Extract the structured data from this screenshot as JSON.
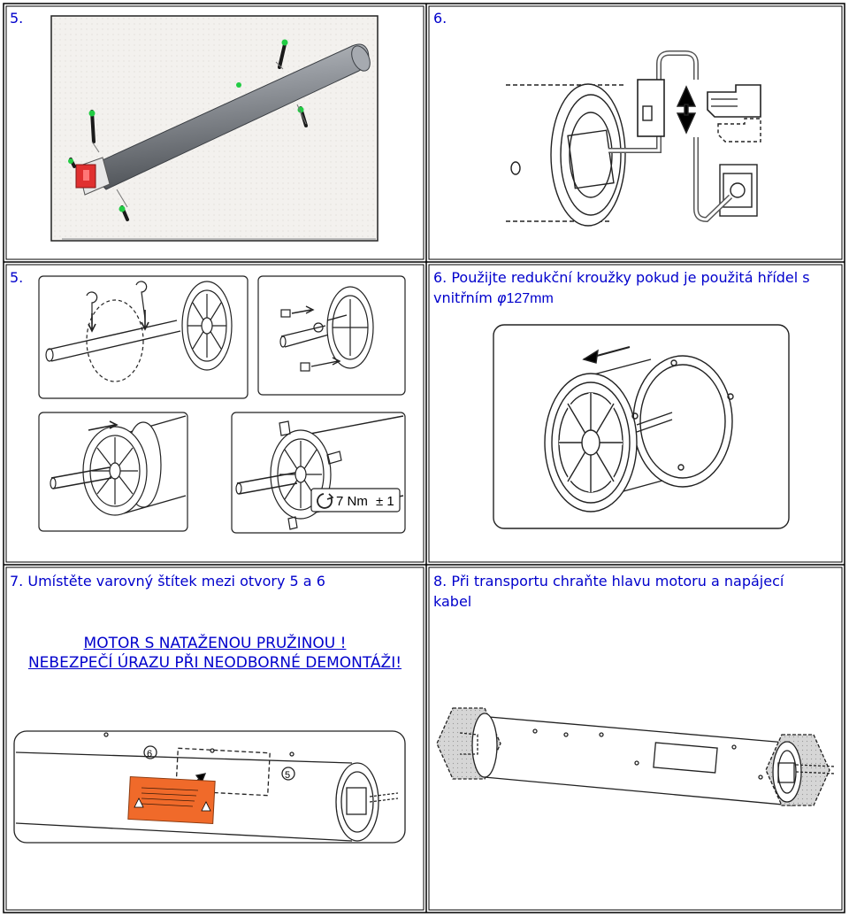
{
  "panels": {
    "p1": {
      "label": "5."
    },
    "p2": {
      "label": "6."
    },
    "p3": {
      "label": "5."
    },
    "p4": {
      "label": "6. Použijte redukční kroužky pokud je použitá hřídel s",
      "label2": "vnitřním ",
      "dia_symbol": "φ",
      "dia_value": "127mm"
    },
    "p5": {
      "label": "7. Umístěte varovný štítek mezi otvory 5 a 6",
      "warning_line1": "MOTOR S NATAŽENOU PRUŽINOU !",
      "warning_line2": "NEBEZPEČÍ ÚRAZU PŘI NEODBORNÉ DEMONTÁŽI!",
      "hole_6": "6",
      "hole_5": "5"
    },
    "p6": {
      "label": "8. Při transportu chraňte hlavu motoru a napájecí",
      "label2": "kabel"
    }
  },
  "torque": {
    "value": "7 Nm",
    "tolerance": "± 1"
  },
  "colors": {
    "text": "#0000cc",
    "border": "#000000",
    "label_orange": "#f06a2a",
    "tube": "#8a8f96",
    "end_cap": "#e03030"
  }
}
